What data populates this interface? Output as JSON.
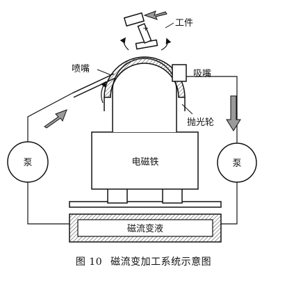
{
  "labels": {
    "workpiece": "工件",
    "nozzle": "喷嘴",
    "suction": "吸嘴",
    "polishing_wheel": "抛光轮",
    "electromagnet": "电磁铁",
    "pump_left": "泵",
    "pump_right": "泵",
    "fluid_tank": "磁流变液"
  },
  "caption": {
    "figure_number": "图 10",
    "title": "磁流变加工系统示意图"
  },
  "colors": {
    "line": "#111111",
    "hatch": "#555555",
    "arrow_fill": "#9a9a9a",
    "background": "#ffffff"
  }
}
